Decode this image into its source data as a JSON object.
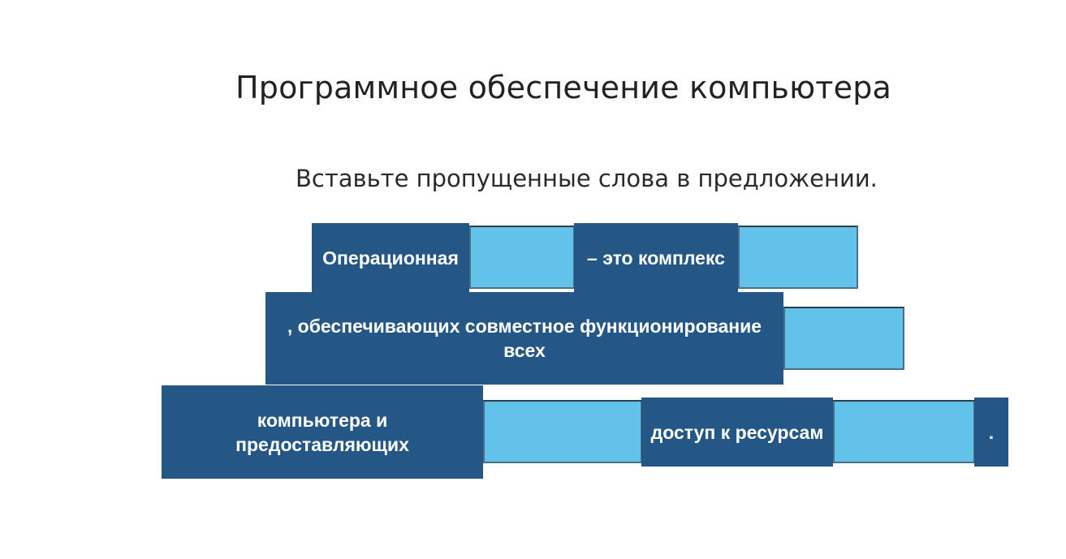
{
  "title": "Программное обеспечение компьютера",
  "instruction": "Вставьте пропущенные слова в предложении.",
  "exercise": {
    "fragments": {
      "f1": "Операционная",
      "f2": "– это комплекс",
      "f3": ", обеспечивающих совместное функционирование всех",
      "f4": "компьютера и предоставляющих",
      "f5": "доступ к ресурсам",
      "f6": "."
    },
    "blanks": [
      "",
      "",
      "",
      "",
      ""
    ]
  },
  "colors": {
    "fragment_background": "#245785",
    "blank_background": "#62c2ea",
    "text": "#ffffff"
  }
}
